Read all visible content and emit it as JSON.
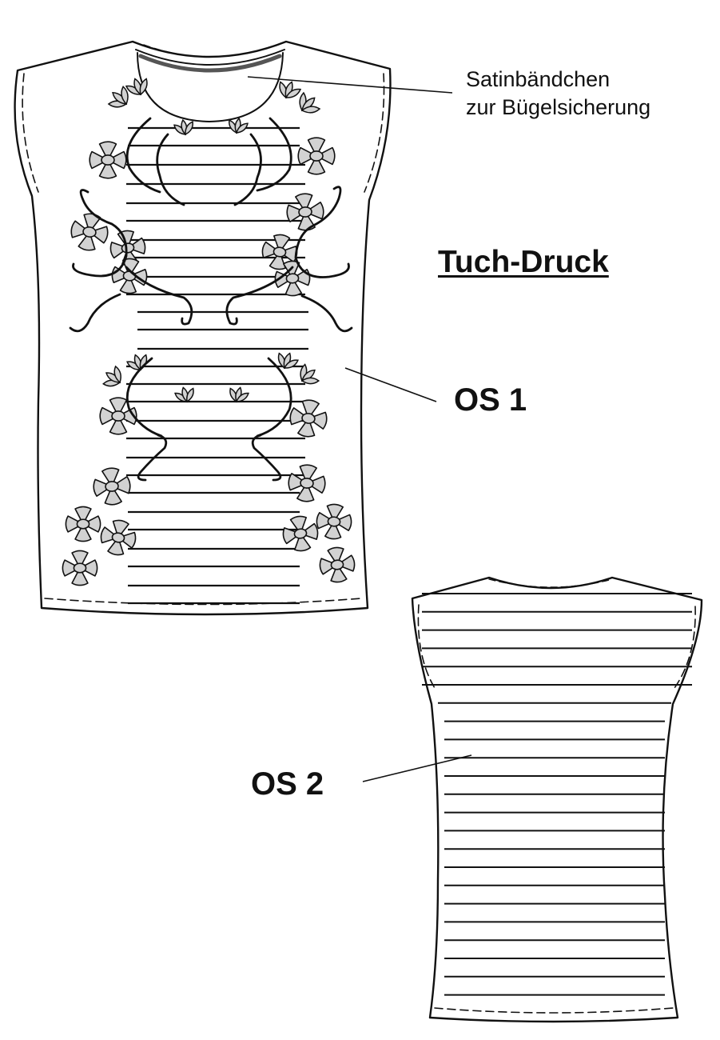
{
  "title": "Tuch-Druck",
  "annotations": {
    "satin_line1": "Satinbändchen",
    "satin_line2": "zur Bügelsicherung",
    "front_view": "OS 1",
    "back_view": "OS 2"
  },
  "colors": {
    "outline": "#111111",
    "flower_fill": "#d2d2d2",
    "satin_ribbon": "#555555",
    "background": "#ffffff"
  },
  "icons": [
    "flower-icon",
    "vine-swirl-icon",
    "leaf-sprig-icon"
  ]
}
